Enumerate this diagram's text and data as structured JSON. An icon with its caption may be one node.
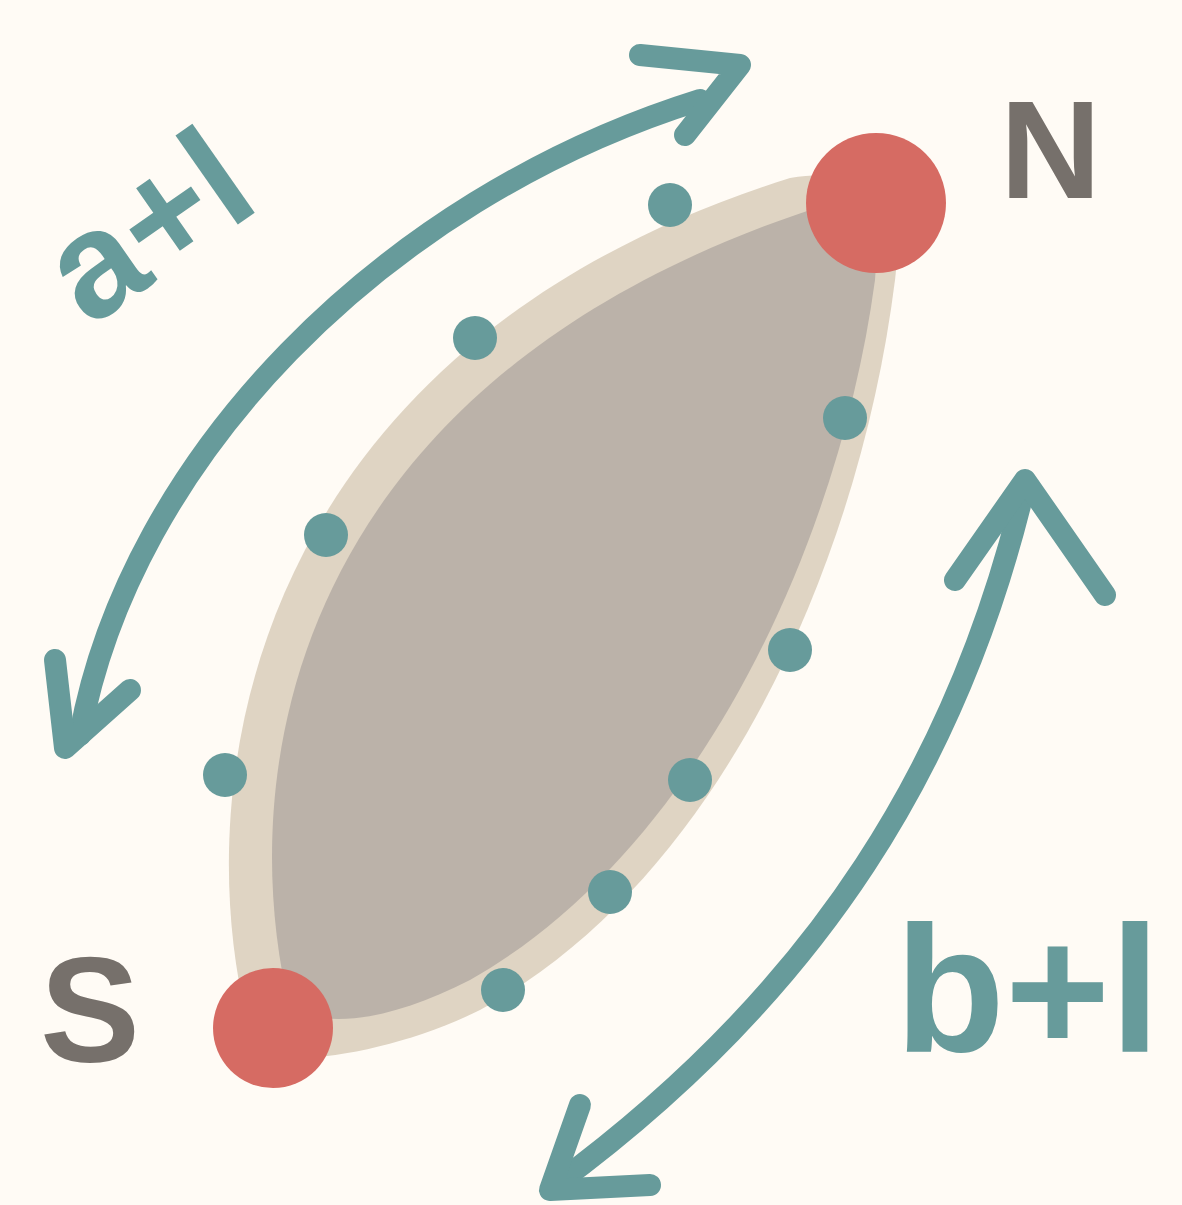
{
  "diagram": {
    "nodes": [
      {
        "text": [],
        "shape": "circle",
        "beside": [
          "N"
        ]
      },
      {
        "text": [],
        "shape": "circle",
        "beside": [
          "S"
        ]
      }
    ],
    "labels": [
      "a+l",
      "b+l"
    ]
  }
}
